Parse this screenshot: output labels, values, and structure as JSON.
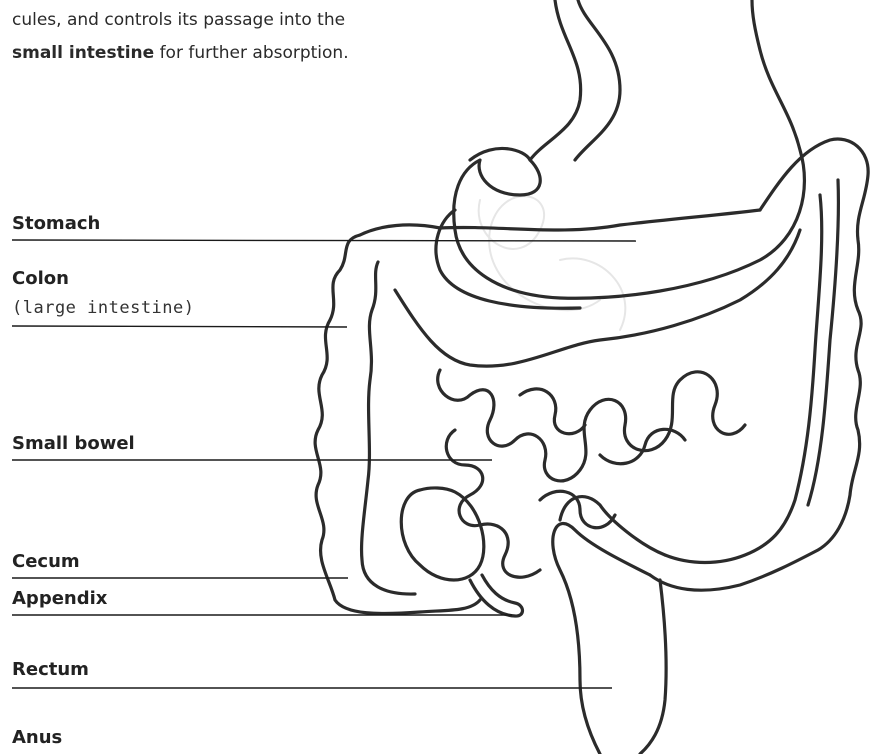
{
  "intro": {
    "line1": "cules, and controls its passage into the",
    "bold": "small intestine",
    "line2_rest": " for further absorption."
  },
  "labels": {
    "stomach": "Stomach",
    "colon": "Colon",
    "colon_sub": "(large intestine)",
    "small_bowel": "Small bowel",
    "cecum": "Cecum",
    "appendix": "Appendix",
    "rectum": "Rectum",
    "anus": "Anus"
  },
  "colors": {
    "outline": "#2b2b2b",
    "faint_watermark": "#e6e6e6",
    "leader_line": "#1a1a1a"
  }
}
